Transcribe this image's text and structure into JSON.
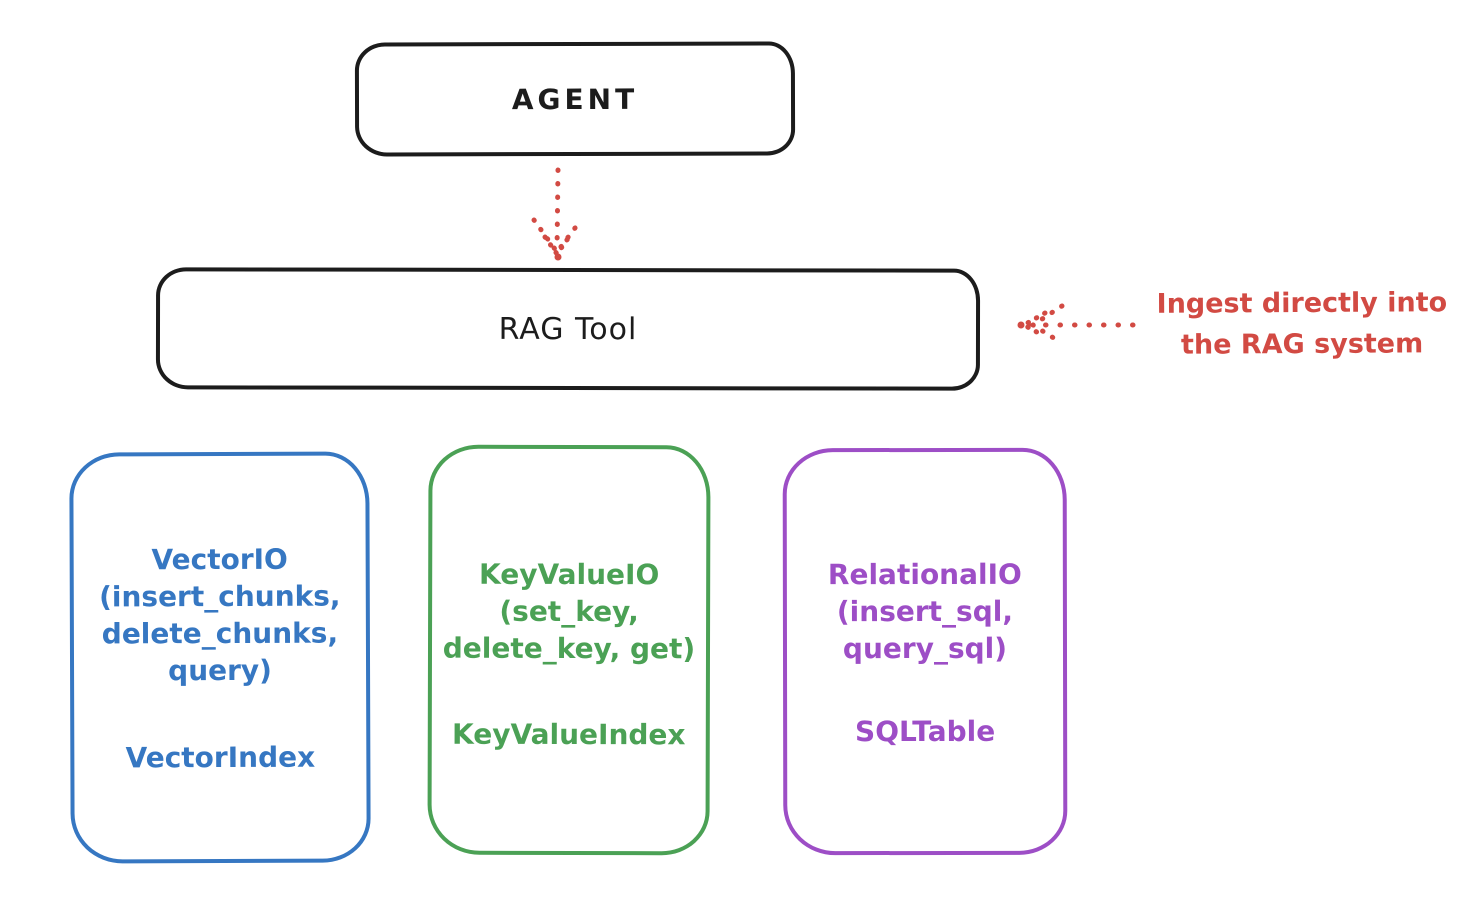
{
  "agent": {
    "label": "AGENT"
  },
  "rag_tool": {
    "label": "RAG Tool"
  },
  "annotation": {
    "lines": [
      "Ingest directly into",
      "the RAG system"
    ]
  },
  "storage_boxes": [
    {
      "name": "VectorIO",
      "lines": [
        "VectorIO",
        "(insert_chunks,",
        "delete_chunks,",
        "query)"
      ],
      "index": "VectorIndex",
      "color": "#3677c2"
    },
    {
      "name": "KeyValueIO",
      "lines": [
        "KeyValueIO",
        "(set_key,",
        "delete_key, get)"
      ],
      "index": "KeyValueIndex",
      "color": "#4ba155"
    },
    {
      "name": "RelationalIO",
      "lines": [
        "RelationalIO",
        "(insert_sql,",
        "query_sql)"
      ],
      "index": "SQLTable",
      "color": "#9d4ec6"
    }
  ],
  "colors": {
    "outline_black": "#1c1c1c",
    "arrow_red": "#d24a43",
    "vector_blue": "#3677c2",
    "keyvalue_green": "#4ba155",
    "relational_purple": "#9d4ec6",
    "background": "#ffffff"
  }
}
